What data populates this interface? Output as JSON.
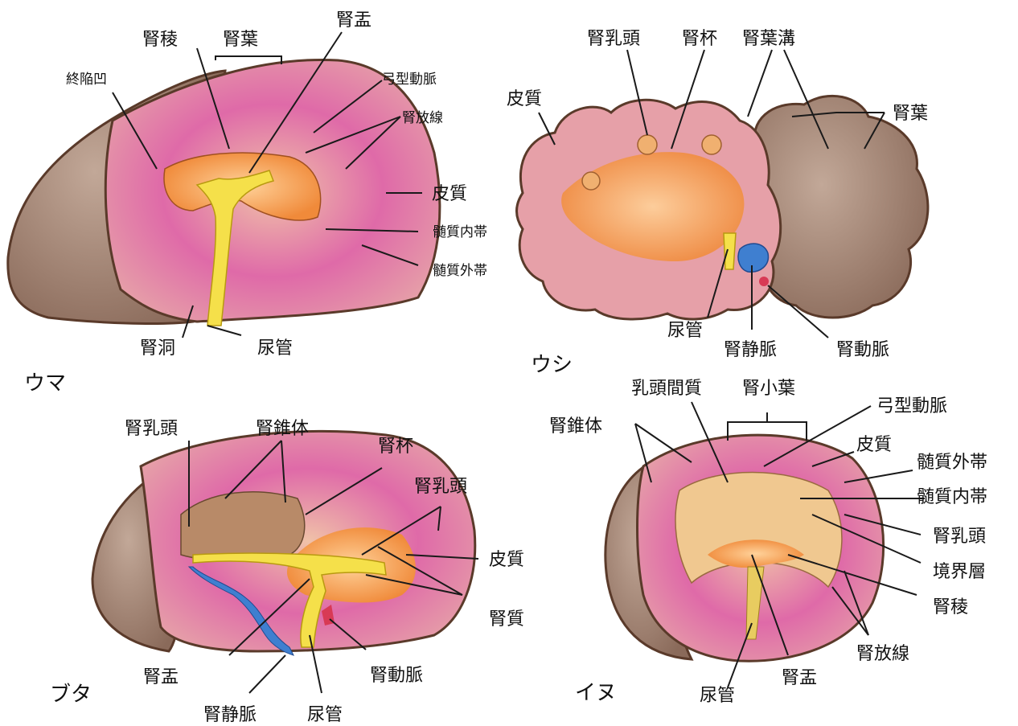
{
  "species": {
    "horse": "ウマ",
    "cow": "ウシ",
    "pig": "ブタ",
    "dog": "イヌ"
  },
  "horse": {
    "kidney_crest": "腎稜",
    "lobe": "腎葉",
    "pelvis": "腎盂",
    "terminal_recess": "終陥凹",
    "arcuate_artery": "弓型動脈",
    "medullary_rays": "腎放線",
    "cortex": "皮質",
    "inner_medulla": "髄質内帯",
    "outer_medulla": "髄質外帯",
    "sinus": "腎洞",
    "ureter": "尿管"
  },
  "cow": {
    "papilla": "腎乳頭",
    "calyx": "腎杯",
    "lobe_groove": "腎葉溝",
    "cortex": "皮質",
    "lobe": "腎葉",
    "ureter": "尿管",
    "renal_vein": "腎静脈",
    "renal_artery": "腎動脈"
  },
  "pig": {
    "papilla": "腎乳頭",
    "pyramid": "腎錐体",
    "calyx": "腎杯",
    "papilla2": "腎乳頭",
    "cortex": "皮質",
    "medulla": "腎質",
    "pelvis": "腎盂",
    "renal_artery": "腎動脈",
    "renal_vein": "腎静脈",
    "ureter": "尿管"
  },
  "dog": {
    "interpapillary": "乳頭間質",
    "lobule": "腎小葉",
    "arcuate_artery": "弓型動脈",
    "pyramid": "腎錐体",
    "cortex": "皮質",
    "outer_medulla": "髄質外帯",
    "inner_medulla": "髄質内帯",
    "papilla": "腎乳頭",
    "boundary_layer": "境界層",
    "crest": "腎稜",
    "medullary_rays": "腎放線",
    "pelvis": "腎盂",
    "ureter": "尿管"
  },
  "colors": {
    "capsule": "#9c8070",
    "cortex": "#e6a0a8",
    "medulla": "#d8589a",
    "pelvis": "#f39a4a",
    "ureter": "#f5e04a",
    "vein": "#3f7fd0",
    "artery": "#d83a55"
  }
}
